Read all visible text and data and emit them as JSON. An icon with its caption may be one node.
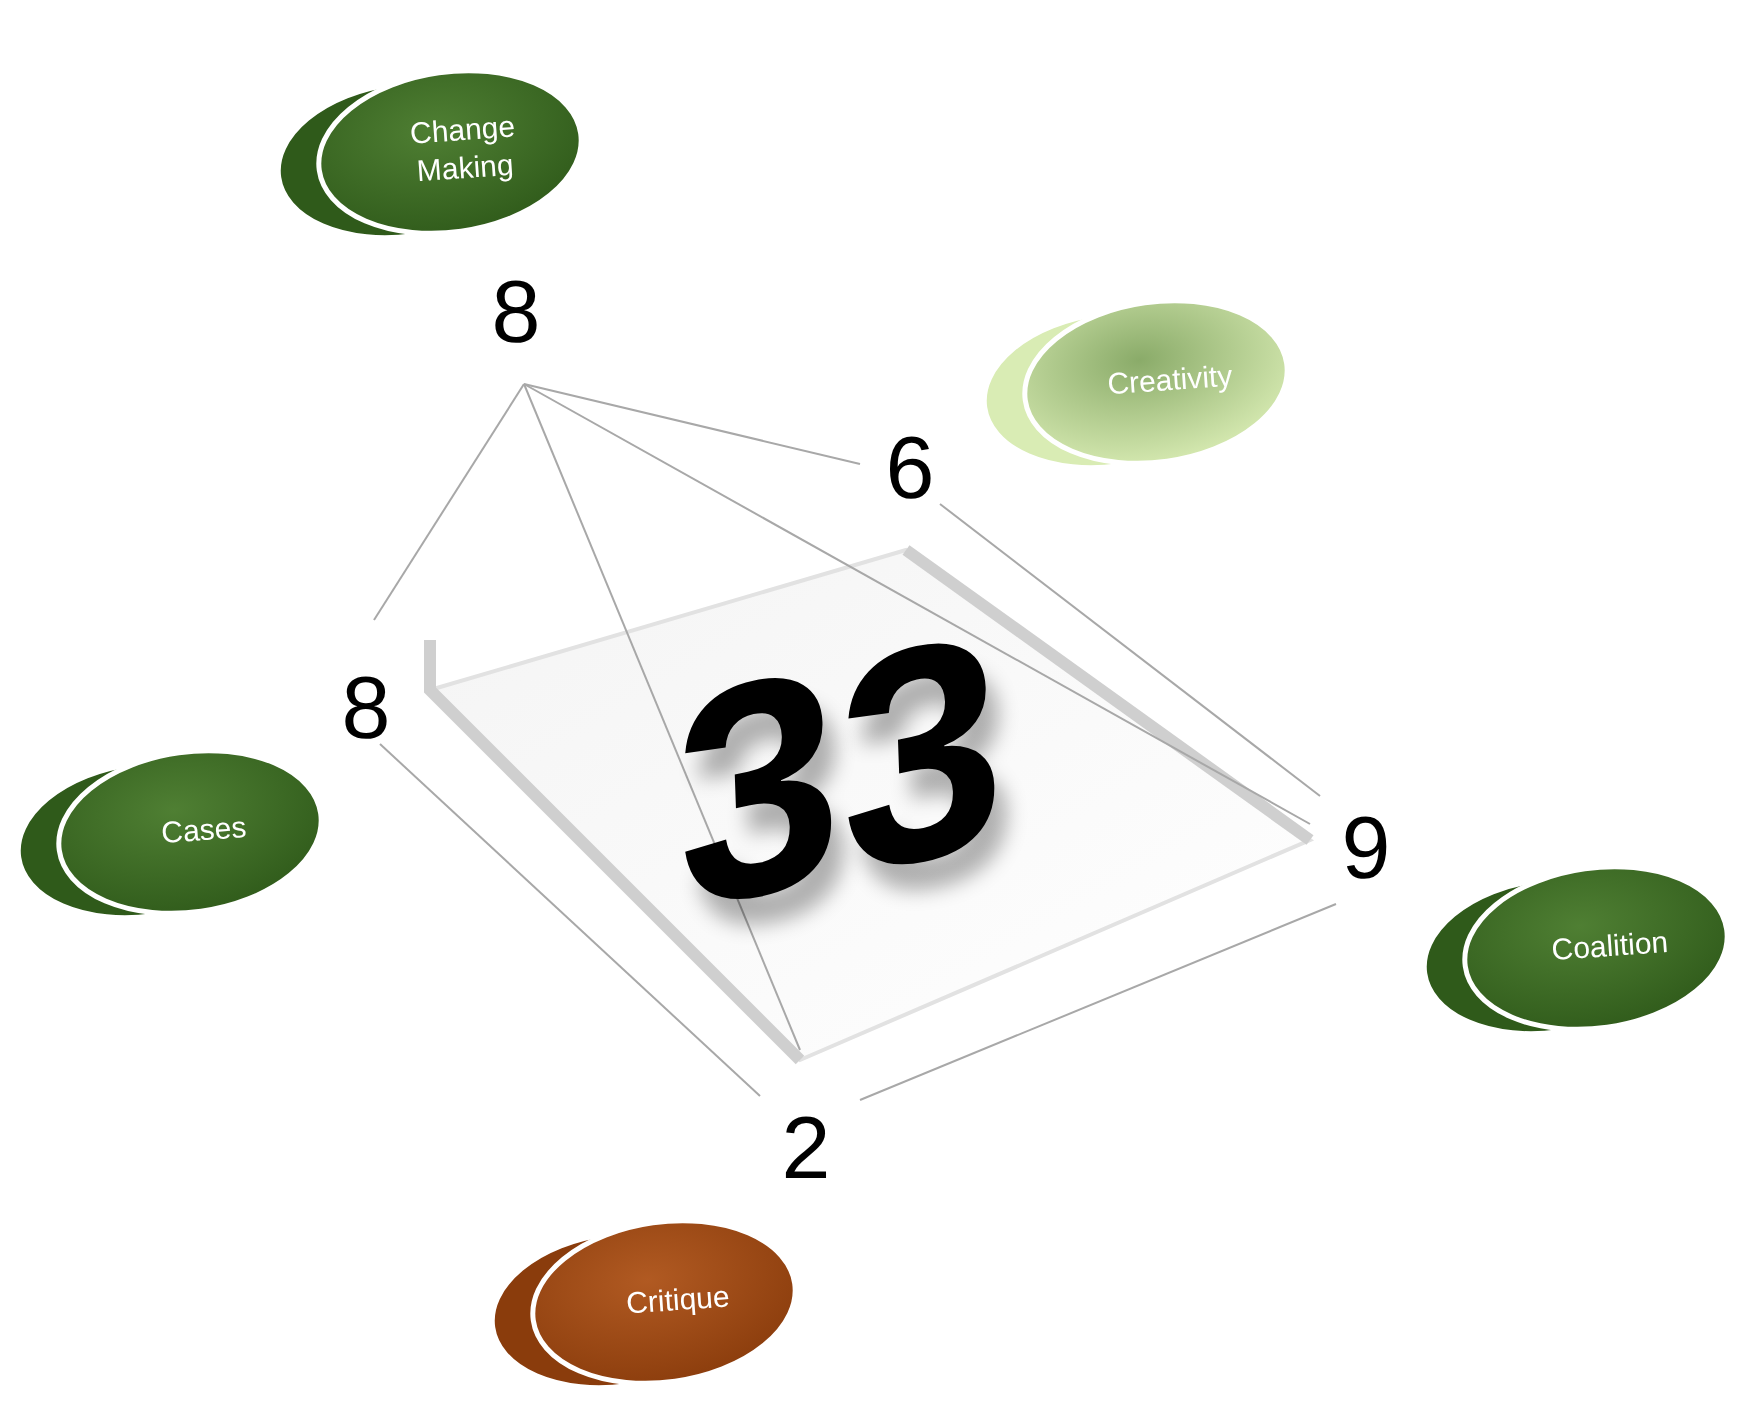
{
  "diagram": {
    "nodes": [
      {
        "text": [
          "Change Making"
        ],
        "beside": [
          "8"
        ]
      },
      {
        "text": [
          "Creativity"
        ],
        "beside": [
          "6"
        ]
      },
      {
        "text": [
          "Cases"
        ],
        "beside": [
          "8"
        ]
      },
      {
        "text": [
          "Coalition"
        ],
        "beside": [
          "9"
        ]
      },
      {
        "text": [
          "Critique"
        ],
        "beside": [
          "2"
        ]
      }
    ],
    "labels": [
      "33"
    ]
  }
}
